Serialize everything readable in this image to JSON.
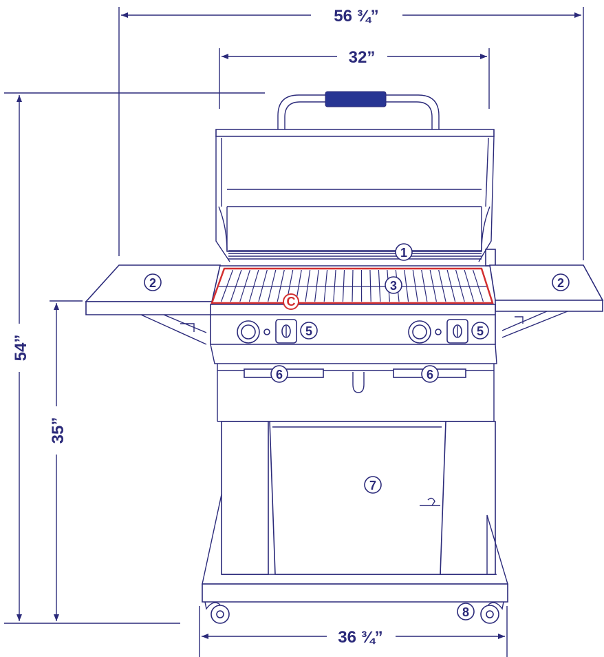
{
  "dimensions": {
    "overall_width": "56 ¾”",
    "hood_width": "32”",
    "overall_height": "54”",
    "counter_height": "35”",
    "cart_width": "36 ¾”"
  },
  "callouts": {
    "hood": "1",
    "side_shelf_left": "2",
    "side_shelf_right": "2",
    "grates": "3",
    "grate_area": "C",
    "knob_left": "5",
    "knob_right": "5",
    "handle_left": "6",
    "handle_right": "6",
    "door": "7",
    "caster": "8"
  },
  "colors": {
    "line": "#2b2a7a",
    "handle_fill": "#283593",
    "highlight": "#d32f2f"
  }
}
